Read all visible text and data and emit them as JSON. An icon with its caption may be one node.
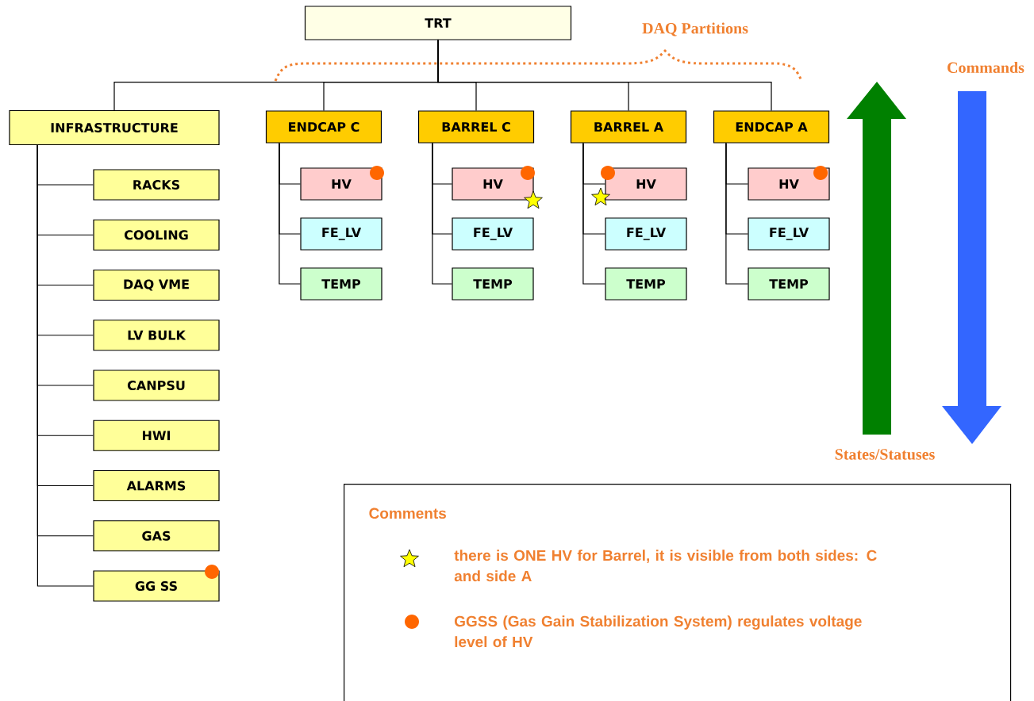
{
  "diagram": {
    "nodes": [
      {
        "text": [
          "TRT"
        ]
      },
      {
        "text": [
          "INFRASTRUCTURE"
        ]
      },
      {
        "text": [
          "RACKS"
        ]
      },
      {
        "text": [
          "COOLING"
        ]
      },
      {
        "text": [
          "DAQ VME"
        ]
      },
      {
        "text": [
          "LV BULK"
        ]
      },
      {
        "text": [
          "CANPSU"
        ]
      },
      {
        "text": [
          "HWI"
        ]
      },
      {
        "text": [
          "ALARMS"
        ]
      },
      {
        "text": [
          "GAS"
        ]
      },
      {
        "text": [
          "GG SS"
        ]
      },
      {
        "text": [
          "ENDCAP C"
        ]
      },
      {
        "text": [
          "HV"
        ]
      },
      {
        "text": [
          "FE_LV"
        ]
      },
      {
        "text": [
          "TEMP"
        ]
      },
      {
        "text": [
          "BARREL C"
        ]
      },
      {
        "text": [
          "HV"
        ]
      },
      {
        "text": [
          "FE_LV"
        ]
      },
      {
        "text": [
          "TEMP"
        ]
      },
      {
        "text": [
          "BARREL A"
        ]
      },
      {
        "text": [
          "HV"
        ]
      },
      {
        "text": [
          "FE_LV"
        ]
      },
      {
        "text": [
          "TEMP"
        ]
      },
      {
        "text": [
          "ENDCAP A"
        ]
      },
      {
        "text": [
          "HV"
        ]
      },
      {
        "text": [
          "FE_LV"
        ]
      },
      {
        "text": [
          "TEMP"
        ]
      },
      {
        "text": [
          "Comments"
        ]
      }
    ],
    "edges": [
      {
        "from": 0,
        "to": 1,
        "arrow": "none"
      },
      {
        "from": 0,
        "to": 11,
        "arrow": "none"
      },
      {
        "from": 0,
        "to": 15,
        "arrow": "none"
      },
      {
        "from": 0,
        "to": 19,
        "arrow": "none"
      },
      {
        "from": 0,
        "to": 23,
        "arrow": "none"
      },
      {
        "from": 1,
        "to": 2,
        "arrow": "none"
      },
      {
        "from": 1,
        "to": 3,
        "arrow": "none"
      },
      {
        "from": 1,
        "to": 4,
        "arrow": "none"
      },
      {
        "from": 1,
        "to": 5,
        "arrow": "none"
      },
      {
        "from": 1,
        "to": 6,
        "arrow": "none"
      },
      {
        "from": 1,
        "to": 7,
        "arrow": "none"
      },
      {
        "from": 1,
        "to": 8,
        "arrow": "none"
      },
      {
        "from": 1,
        "to": 9,
        "arrow": "none"
      },
      {
        "from": 1,
        "to": 10,
        "arrow": "none"
      },
      {
        "from": 11,
        "to": 12,
        "arrow": "none"
      },
      {
        "from": 11,
        "to": 13,
        "arrow": "none"
      },
      {
        "from": 11,
        "to": 14,
        "arrow": "none"
      },
      {
        "from": 15,
        "to": 16,
        "arrow": "none"
      },
      {
        "from": 15,
        "to": 17,
        "arrow": "none"
      },
      {
        "from": 15,
        "to": 18,
        "arrow": "none"
      },
      {
        "from": 19,
        "to": 20,
        "arrow": "none"
      },
      {
        "from": 19,
        "to": 21,
        "arrow": "none"
      },
      {
        "from": 19,
        "to": 22,
        "arrow": "none"
      },
      {
        "from": 23,
        "to": 24,
        "arrow": "none"
      },
      {
        "from": 23,
        "to": 25,
        "arrow": "none"
      },
      {
        "from": 23,
        "to": 26,
        "arrow": "none"
      }
    ],
    "labels": [
      "DAQ Partitions",
      "Commands",
      "States/Statuses"
    ],
    "legend": [
      {
        "text": "there is ONE HV for Barrel, it is visible from both sides:  C and side A"
      },
      {
        "text": "GGSS (Gas Gain Stabilization System) regulates voltage level of HV"
      }
    ]
  }
}
